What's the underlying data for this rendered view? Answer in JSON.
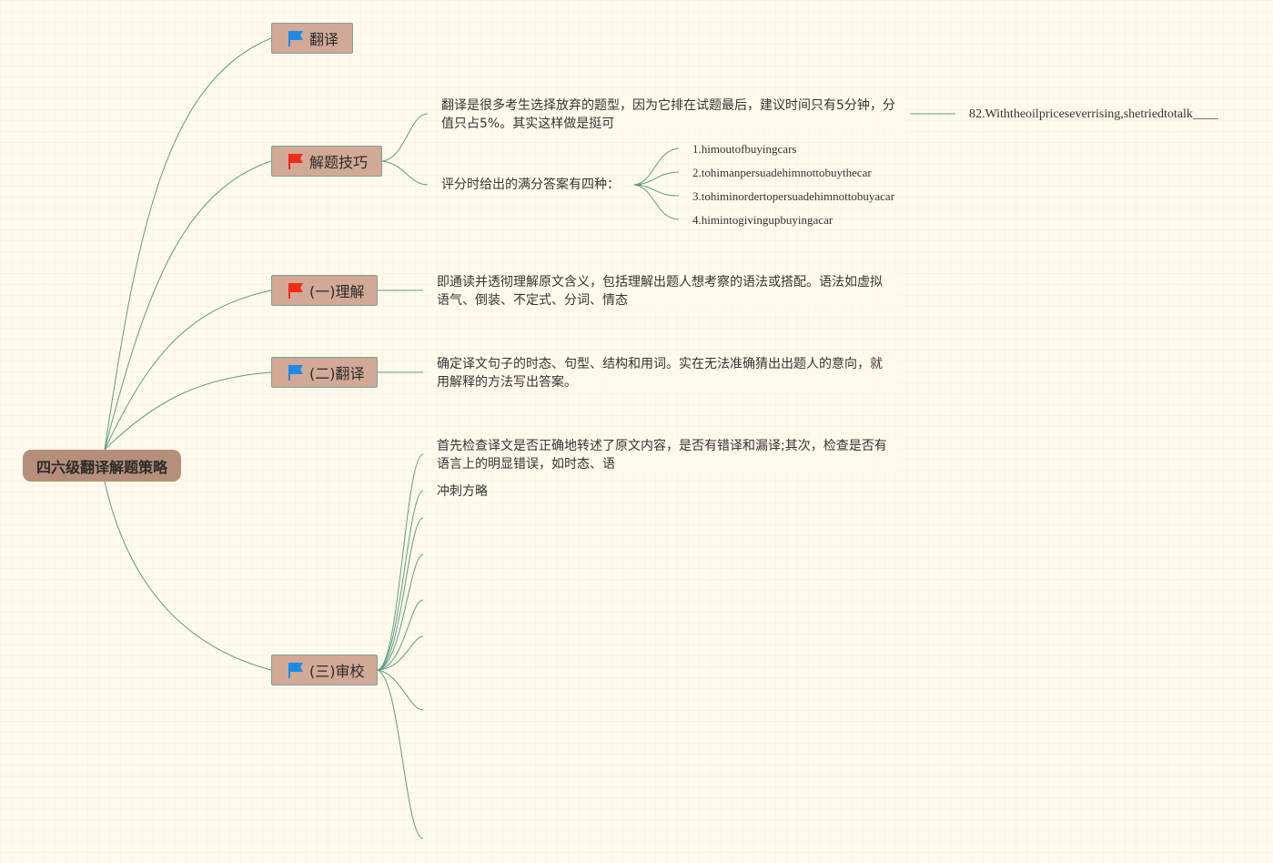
{
  "root": {
    "label": "四六级翻译解题策略"
  },
  "branches": [
    {
      "label": "翻译",
      "flag_color": "#1c8be6"
    },
    {
      "label": "解题技巧",
      "flag_color": "#f02b1a"
    },
    {
      "label": "(一)理解",
      "flag_color": "#f02b1a"
    },
    {
      "label": "(二)翻译",
      "flag_color": "#1c8be6"
    },
    {
      "label": "(三)审校",
      "flag_color": "#1c8be6"
    }
  ],
  "tips": {
    "intro_line1": "翻译是很多考生选择放弃的题型，因为它排在试题最后，建议时间只有5分钟，分",
    "intro_line2": "值只占5%。其实这样做是挺可",
    "example": "82.Withtheoilpriceseverrising,shetriedtotalk____",
    "scoring": "评分时给出的满分答案有四种：",
    "answers": [
      "1.himoutofbuyingcars",
      "2.tohimanpersuadehimnottobuythecar",
      "3.tohiminordertopersuadehimnottobuyacar",
      "4.himintogivingupbuyingacar"
    ]
  },
  "understand": {
    "line1": "即通读并透彻理解原文含义，包括理解出题人想考察的语法或搭配。语法如虚拟",
    "line2": "语气、倒装、不定式、分词、情态"
  },
  "translate": {
    "line1": "确定译文句子的时态、句型、结构和用词。实在无法准确猜出出题人的意向，就",
    "line2": "用解释的方法写出答案。"
  },
  "review": {
    "line1": "首先检查译文是否正确地转述了原文内容，是否有错译和漏译;其次，检查是否有",
    "line2": "语言上的明显错误，如时态、语",
    "sprint": "冲刺方略"
  },
  "colors": {
    "link": "#5f9a86",
    "background": "#fffaeb"
  }
}
